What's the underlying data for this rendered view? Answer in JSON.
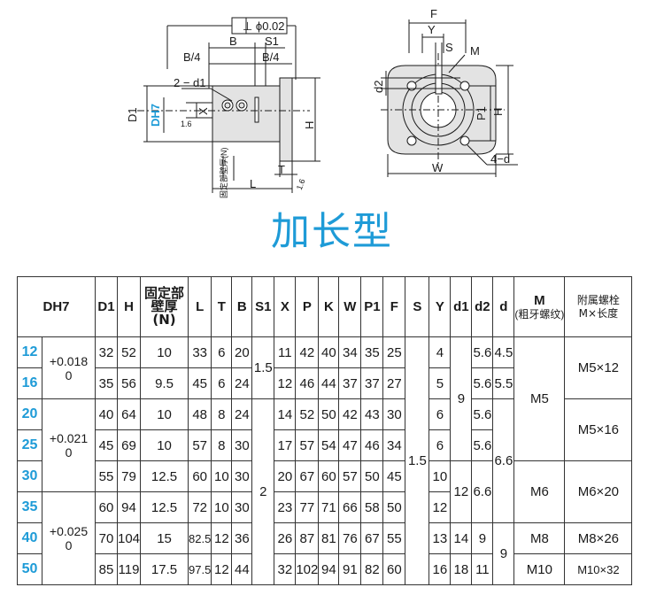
{
  "drawing_left": {
    "flatness": "⊥ ϕ0.02",
    "label_B": "B",
    "label_S1": "S1",
    "label_B4_left": "B/4",
    "label_B4_right": "B/4",
    "label_2d1": "2 − d1",
    "label_X": "X",
    "label_D1": "D1",
    "label_DH7": "DH7",
    "label_16": "1.6",
    "label_H": "H",
    "label_wall": "固定部壁厚(N)",
    "label_L": "L",
    "label_T": "T",
    "label_chamfer": "1.6"
  },
  "drawing_right": {
    "label_F": "F",
    "label_Y": "Y",
    "label_S": "S",
    "label_M": "M",
    "label_d2": "d2",
    "label_P1": "P1",
    "label_H": "H",
    "label_W": "W",
    "label_4d": "4−d"
  },
  "title": "加长型",
  "table": {
    "dh_header": "DH7",
    "headers": [
      "D1",
      "H",
      "固定部壁厚(N)",
      "L",
      "T",
      "B",
      "S1",
      "X",
      "P",
      "K",
      "W",
      "P1",
      "F",
      "S",
      "Y",
      "d1",
      "d2",
      "d"
    ],
    "m_header_main": "M",
    "m_header_sub": "(粗牙螺纹)",
    "screw_header_line1": "附属螺栓",
    "screw_header_line2": "M×长度",
    "groups": [
      {
        "tol_plus": "+0.018",
        "tol_minus": "0"
      },
      {
        "tol_plus": "+0.021",
        "tol_minus": "0"
      },
      {
        "tol_plus": "+0.025",
        "tol_minus": "0"
      }
    ],
    "rows": [
      {
        "dh": "12",
        "D1": "32",
        "H": "52",
        "N": "10",
        "L": "33",
        "T": "6",
        "B": "20",
        "X": "11",
        "P": "42",
        "K": "40",
        "W": "34",
        "P1": "35",
        "F": "25",
        "Y": "4",
        "d2": "5.6",
        "d": "4.5"
      },
      {
        "dh": "16",
        "D1": "35",
        "H": "56",
        "N": "9.5",
        "L": "45",
        "T": "6",
        "B": "24",
        "X": "12",
        "P": "46",
        "K": "44",
        "W": "37",
        "P1": "37",
        "F": "27",
        "Y": "5",
        "d2": "5.6",
        "d": "5.5"
      },
      {
        "dh": "20",
        "D1": "40",
        "H": "64",
        "N": "10",
        "L": "48",
        "T": "8",
        "B": "24",
        "X": "14",
        "P": "52",
        "K": "50",
        "W": "42",
        "P1": "43",
        "F": "30",
        "Y": "6",
        "d2": "5.6",
        "d": ""
      },
      {
        "dh": "25",
        "D1": "45",
        "H": "69",
        "N": "10",
        "L": "57",
        "T": "8",
        "B": "30",
        "X": "17",
        "P": "57",
        "K": "54",
        "W": "47",
        "P1": "46",
        "F": "34",
        "Y": "6",
        "d2": "5.6",
        "d": ""
      },
      {
        "dh": "30",
        "D1": "55",
        "H": "79",
        "N": "12.5",
        "L": "60",
        "T": "10",
        "B": "30",
        "X": "20",
        "P": "67",
        "K": "60",
        "W": "57",
        "P1": "50",
        "F": "45",
        "Y": "10",
        "d2": "",
        "d": ""
      },
      {
        "dh": "35",
        "D1": "60",
        "H": "94",
        "N": "12.5",
        "L": "72",
        "T": "10",
        "B": "30",
        "X": "23",
        "P": "77",
        "K": "71",
        "W": "66",
        "P1": "58",
        "F": "50",
        "Y": "12",
        "d2": "",
        "d": ""
      },
      {
        "dh": "40",
        "D1": "70",
        "H": "104",
        "N": "15",
        "L": "82.5",
        "T": "12",
        "B": "36",
        "X": "26",
        "P": "87",
        "K": "81",
        "W": "76",
        "P1": "67",
        "F": "55",
        "Y": "13",
        "d1": "14",
        "d2": "9",
        "d": "9",
        "M": "M8",
        "screw": "M8×26"
      },
      {
        "dh": "50",
        "D1": "85",
        "H": "119",
        "N": "17.5",
        "L": "97.5",
        "T": "12",
        "B": "44",
        "X": "32",
        "P": "102",
        "K": "94",
        "W": "91",
        "P1": "82",
        "F": "60",
        "Y": "16",
        "d1": "18",
        "d2": "11",
        "d": "",
        "M": "M10",
        "screw": "M10×32"
      }
    ],
    "merged": {
      "s1_a": "1.5",
      "s1_b": "2",
      "s_all": "1.5",
      "d1_a": "9",
      "d1_b": "12",
      "d2_b": "6.6",
      "d_mid": "6.6",
      "m_a": "M5",
      "m_b": "M6",
      "screw_a": "M5×12",
      "screw_b": "M5×16",
      "screw_c": "M6×20"
    }
  }
}
